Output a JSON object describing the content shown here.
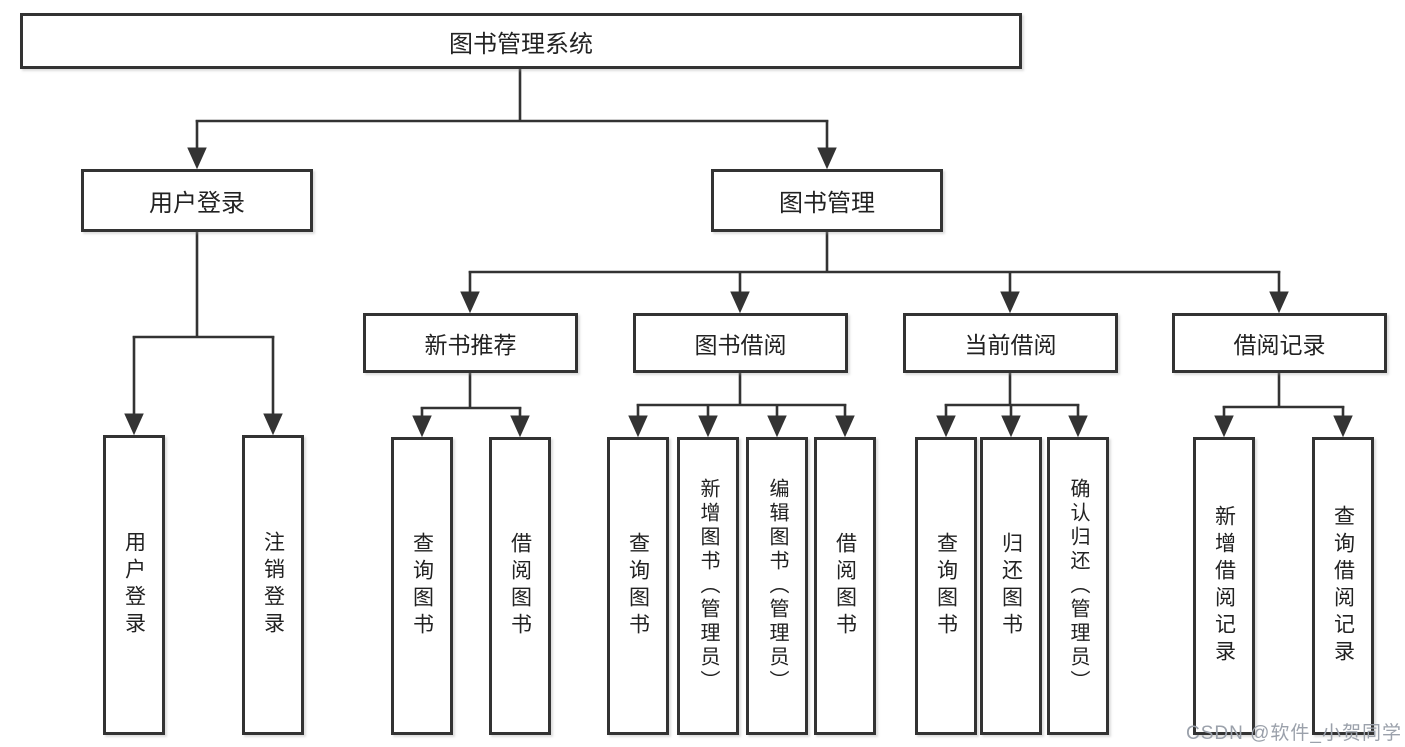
{
  "diagram": {
    "title_note": "library management system feature tree",
    "colors": {
      "line": "#333333",
      "text": "#222222",
      "box_background": "#ffffff",
      "watermark": "#9ba1ab"
    },
    "root": {
      "label": "图书管理系统"
    },
    "branches": [
      {
        "label": "用户登录",
        "children": [
          {
            "label": "用户登录"
          },
          {
            "label": "注销登录"
          }
        ]
      },
      {
        "label": "图书管理",
        "children": [
          {
            "label": "新书推荐",
            "children": [
              {
                "label": "查询图书"
              },
              {
                "label": "借阅图书"
              }
            ]
          },
          {
            "label": "图书借阅",
            "children": [
              {
                "label": "查询图书"
              },
              {
                "label": "新增图书（管理员）"
              },
              {
                "label": "编辑图书（管理员）"
              },
              {
                "label": "借阅图书"
              }
            ]
          },
          {
            "label": "当前借阅",
            "children": [
              {
                "label": "查询图书"
              },
              {
                "label": "归还图书"
              },
              {
                "label": "确认归还（管理员）"
              }
            ]
          },
          {
            "label": "借阅记录",
            "children": [
              {
                "label": "新增借阅记录"
              },
              {
                "label": "查询借阅记录"
              }
            ]
          }
        ]
      }
    ],
    "watermark": "CSDN @软件_小贺同学"
  }
}
